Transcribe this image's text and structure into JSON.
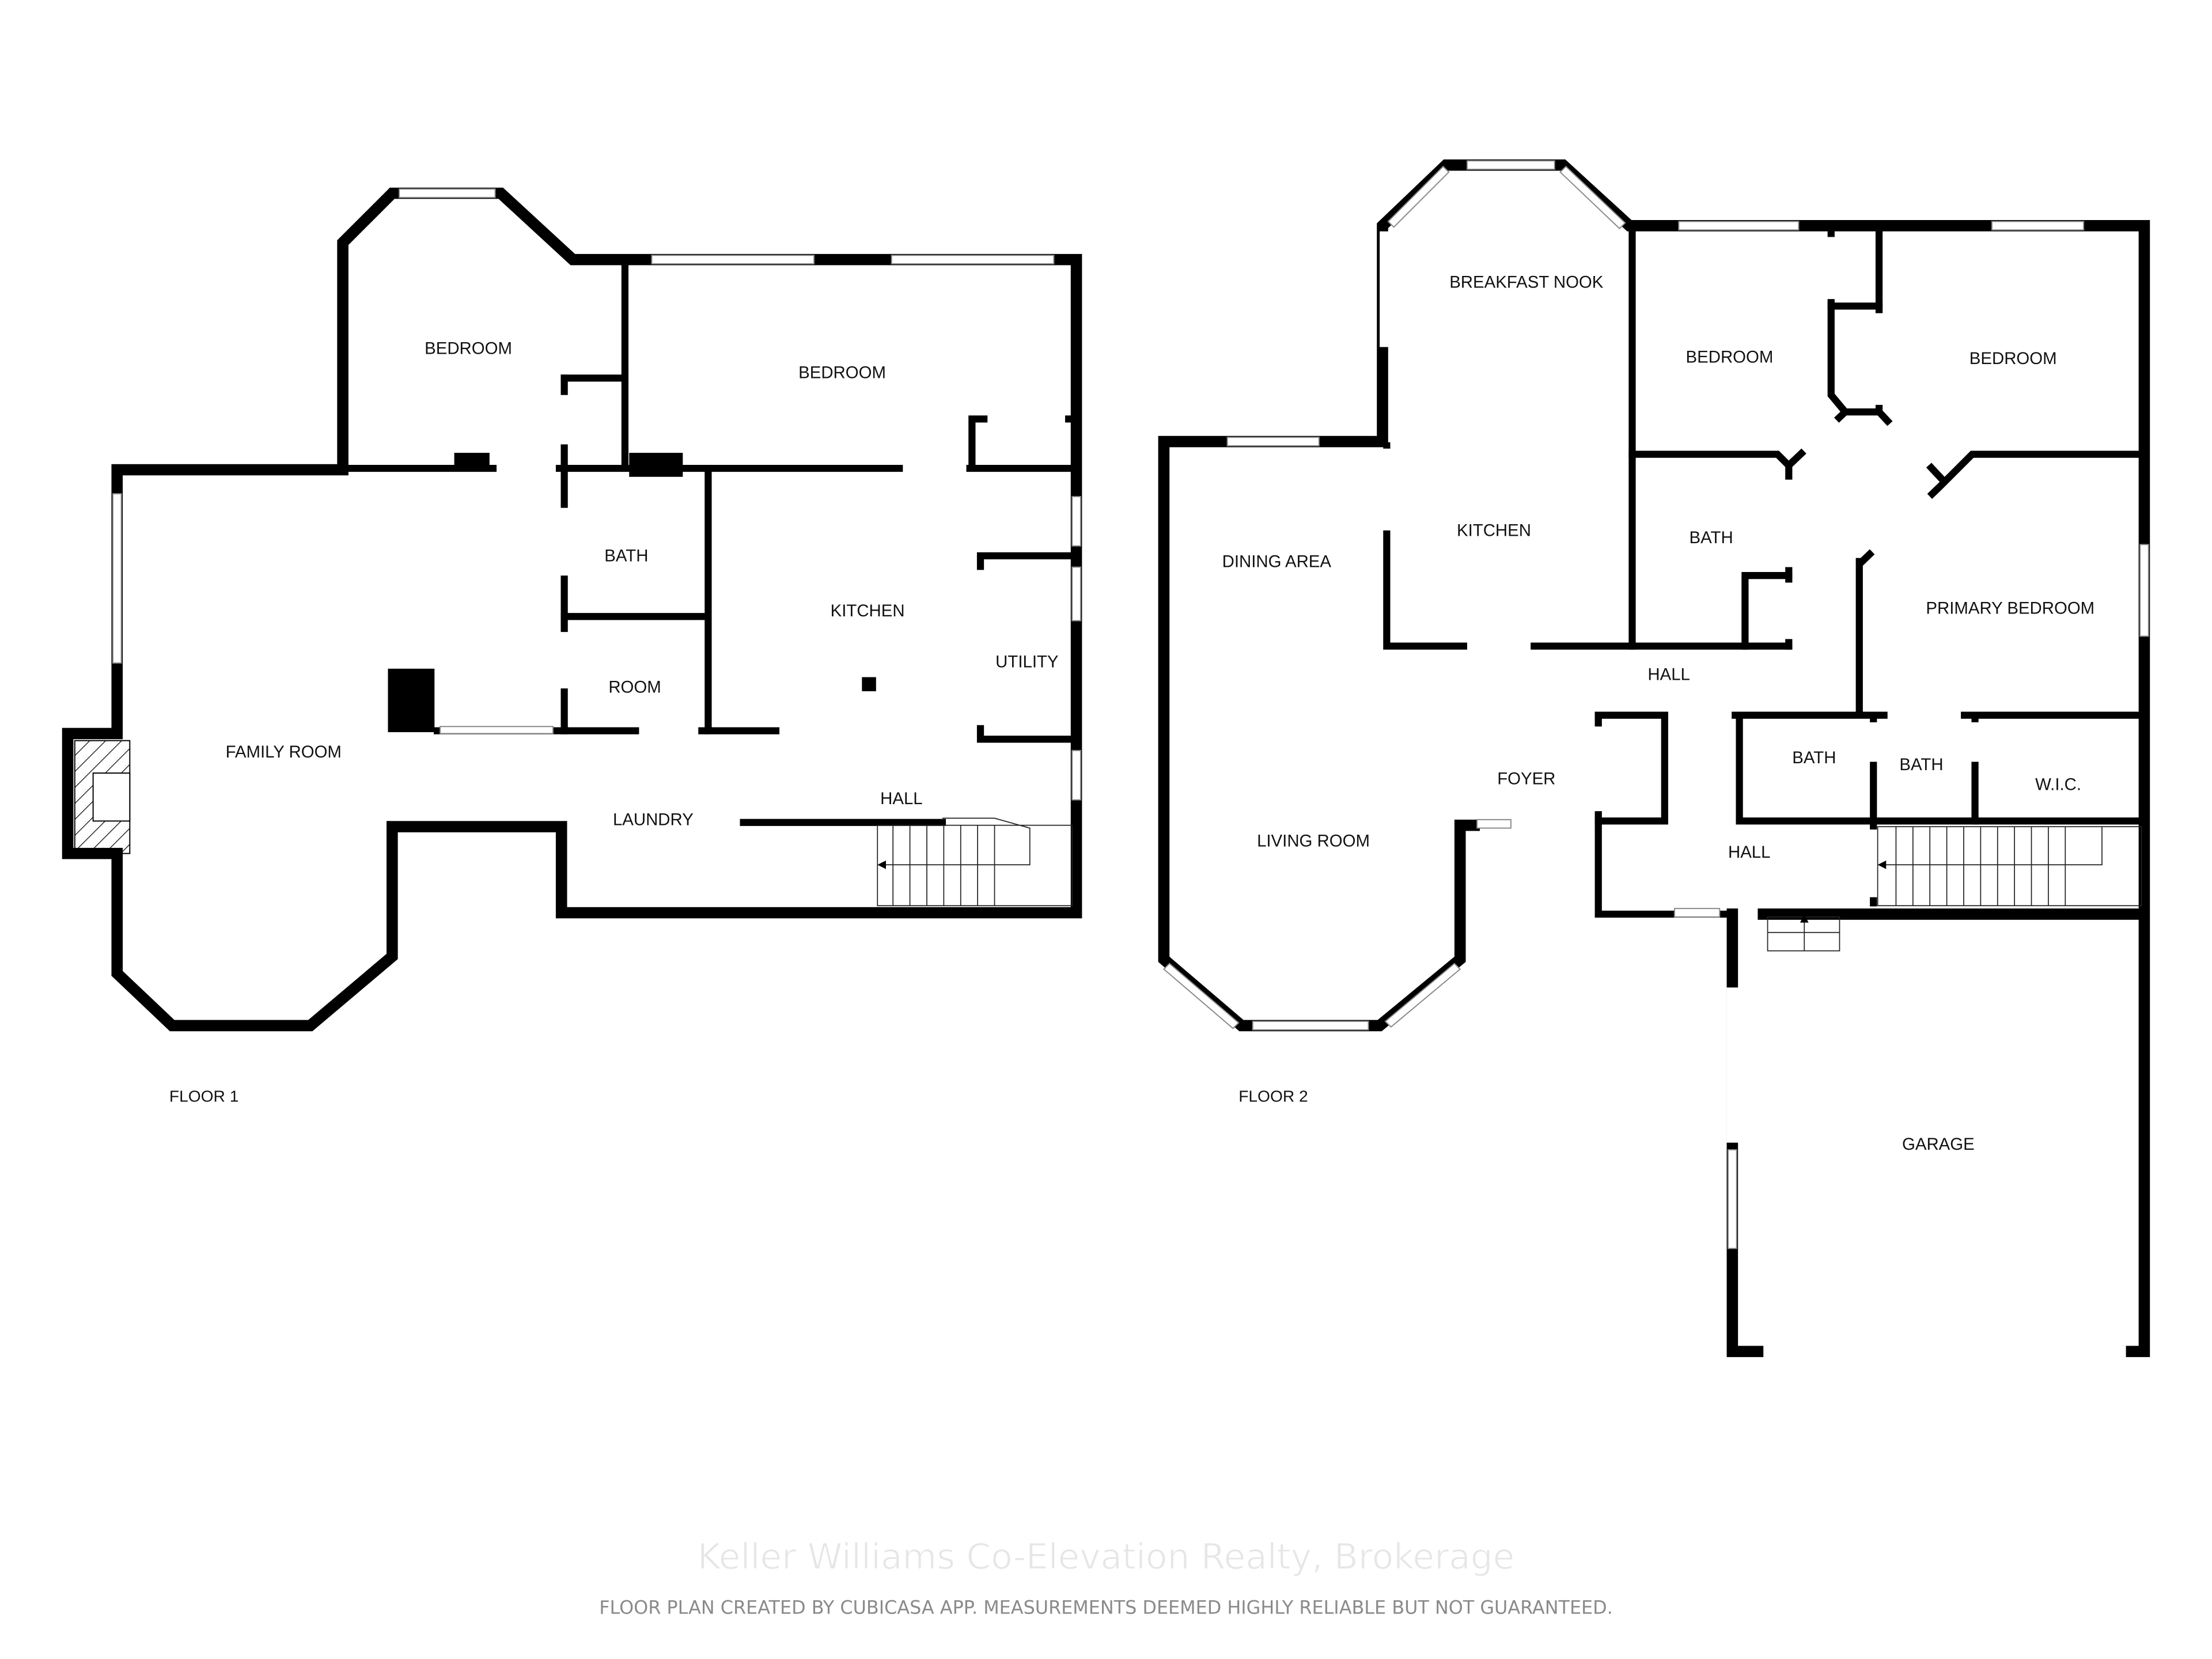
{
  "floor1": {
    "label": "FLOOR 1",
    "rooms": [
      "BEDROOM",
      "BEDROOM",
      "BATH",
      "KITCHEN",
      "UTILITY",
      "ROOM",
      "FAMILY ROOM",
      "LAUNDRY",
      "HALL"
    ]
  },
  "floor2": {
    "label": "FLOOR 2",
    "rooms": [
      "BREAKFAST NOOK",
      "BEDROOM",
      "BEDROOM",
      "KITCHEN",
      "BATH",
      "DINING AREA",
      "PRIMARY BEDROOM",
      "HALL",
      "FOYER",
      "BATH",
      "BATH",
      "W.I.C.",
      "LIVING ROOM",
      "HALL",
      "GARAGE"
    ]
  },
  "footer": {
    "watermark": "Keller Williams Co-Elevation Realty, Brokerage",
    "disclaimer": "FLOOR PLAN CREATED BY CUBICASA APP. MEASUREMENTS DEEMED HIGHLY RELIABLE BUT NOT GUARANTEED."
  },
  "colors": {
    "wall": "#000000",
    "background": "#ffffff",
    "disclaimer": "#8a8a8a"
  }
}
